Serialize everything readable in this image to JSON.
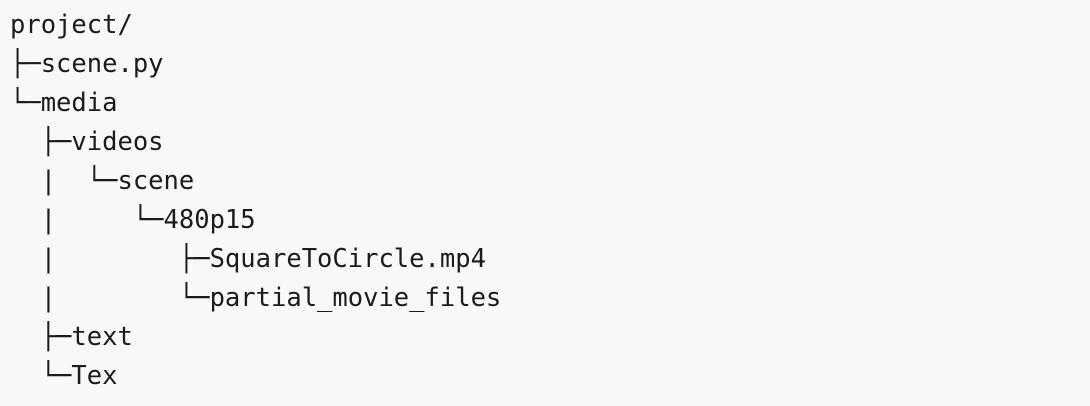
{
  "code_block": {
    "lines": [
      "project/",
      "├─scene.py",
      "└─media",
      "  ├─videos",
      "  |  └─scene",
      "  |     └─480p15",
      "  |        ├─SquareToCircle.mp4",
      "  |        └─partial_movie_files",
      "  ├─text",
      "  └─Tex"
    ]
  }
}
